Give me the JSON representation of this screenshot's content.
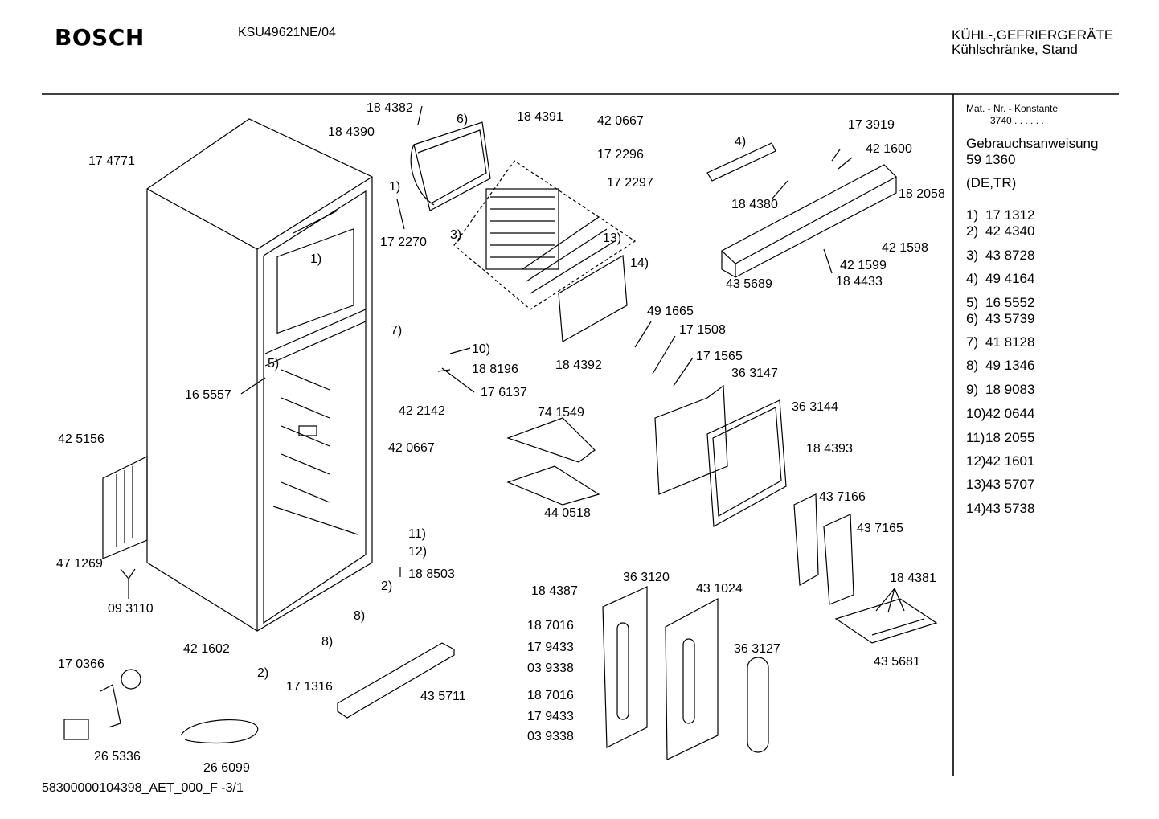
{
  "header": {
    "brand": "BOSCH",
    "model": "KSU49621NE/04",
    "category_line1": "KÜHL-,GEFRIERGERÄTE",
    "category_line2": "Kühlschränke, Stand"
  },
  "sidebar": {
    "mat_label": "Mat. - Nr. - Konstante",
    "mat_value": "3740  .  .    .  .  .  .",
    "manual_label": "Gebrauchsanweisung",
    "manual_number": "59 1360",
    "languages": "(DE,TR)",
    "parts": [
      {
        "key": "1)",
        "num": "17 1312"
      },
      {
        "key": "2)",
        "num": "42 4340"
      },
      {
        "key": "3)",
        "num": "43 8728"
      },
      {
        "key": "4)",
        "num": "49 4164"
      },
      {
        "key": "5)",
        "num": "16 5552"
      },
      {
        "key": "6)",
        "num": "43 5739"
      },
      {
        "key": "7)",
        "num": "41 8128"
      },
      {
        "key": "8)",
        "num": "49 1346"
      },
      {
        "key": "9)",
        "num": "18 9083"
      },
      {
        "key": "10)",
        "num": "42 0644"
      },
      {
        "key": "11)",
        "num": "18 2055"
      },
      {
        "key": "12)",
        "num": "42 1601"
      },
      {
        "key": "13)",
        "num": "43 5707"
      },
      {
        "key": "14)",
        "num": "43 5738"
      }
    ]
  },
  "labels": {
    "p174771": "17 4771",
    "p184382": "18 4382",
    "p184390": "18 4390",
    "r6": "6)",
    "p184391": "18 4391",
    "p420667a": "42 0667",
    "p172296": "17 2296",
    "p172297": "17 2297",
    "r1a": "1)",
    "p172270": "17 2270",
    "r3": "3)",
    "r13": "13)",
    "r14": "14)",
    "r1b": "1)",
    "r4": "4)",
    "p173919": "17 3919",
    "p421600": "42 1600",
    "p182058": "18 2058",
    "p184380": "18 4380",
    "p421598": "42 1598",
    "p421599": "42 1599",
    "p184433": "18 4433",
    "p435689": "43 5689",
    "r7": "7)",
    "r10": "10)",
    "p188196": "18 8196",
    "r5": "5)",
    "p165557": "16 5557",
    "p176137": "17 6137",
    "p422142": "42 2142",
    "p420667b": "42 0667",
    "p491665": "49 1665",
    "p171508": "17 1508",
    "p184392": "18 4392",
    "p171565": "17 1565",
    "p363147": "36 3147",
    "p741549": "74 1549",
    "p363144": "36 3144",
    "p184393": "18 4393",
    "p440518": "44 0518",
    "p425156": "42 5156",
    "p437166": "43 7166",
    "p437165": "43 7165",
    "r11": "11)",
    "r12": "12)",
    "p188503": "18 8503",
    "p471269": "47 1269",
    "r2a": "2)",
    "p093110": "09 3110",
    "r8a": "8)",
    "r8b": "8)",
    "p421602": "42 1602",
    "p170366": "17 0366",
    "r2b": "2)",
    "p171316": "17 1316",
    "p435711": "43 5711",
    "p184387": "18 4387",
    "p363120": "36 3120",
    "p431024": "43 1024",
    "p184381": "18 4381",
    "p187016a": "18 7016",
    "p179433a": "17 9433",
    "p039338a": "03 9338",
    "p363127": "36 3127",
    "p435681": "43 5681",
    "p187016b": "18 7016",
    "p179433b": "17 9433",
    "p039338b": "03 9338",
    "p265336": "26 5336",
    "p266099": "26 6099"
  },
  "footer": {
    "doc_id": "58300000104398_AET_000_F  -3/1"
  }
}
